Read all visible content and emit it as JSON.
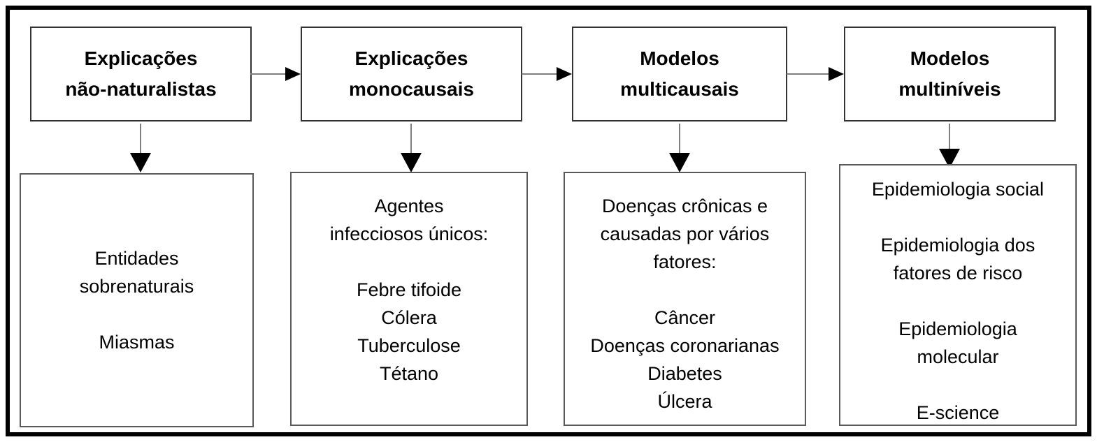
{
  "diagram": {
    "description": "Evolution of epidemiological explanation models flowchart",
    "columns": [
      {
        "top_box": {
          "label": "Explicações\nnão-naturalistas"
        },
        "bottom_box": {
          "lines": [
            "Entidades",
            "sobrenaturais",
            "",
            "Miasmas"
          ]
        }
      },
      {
        "top_box": {
          "label": "Explicações\nmonocausais"
        },
        "bottom_box": {
          "lines": [
            "Agentes",
            "infecciosos únicos:",
            "",
            "Febre tifoide",
            "Cólera",
            "Tuberculose",
            "Tétano"
          ]
        }
      },
      {
        "top_box": {
          "label": "Modelos\nmulticausais"
        },
        "bottom_box": {
          "lines": [
            "Doenças crônicas e",
            "causadas por vários",
            "fatores:",
            "",
            "Câncer",
            "Doenças coronarianas",
            "Diabetes",
            "Úlcera"
          ]
        }
      },
      {
        "top_box": {
          "label": "Modelos\nmultiníveis"
        },
        "bottom_box": {
          "lines": [
            "Epidemiologia social",
            "",
            "Epidemiologia dos",
            "fatores de risco",
            "",
            "Epidemiologia",
            "molecular",
            "",
            "E-science"
          ]
        }
      }
    ],
    "colors": {
      "background": "#ffffff",
      "outer_border": "#000000",
      "top_box_border": "#333333",
      "bottom_box_border": "#5a5a5a",
      "arrow_line": "#7f7f7f",
      "arrow_head": "#000000",
      "text": "#000000"
    }
  }
}
